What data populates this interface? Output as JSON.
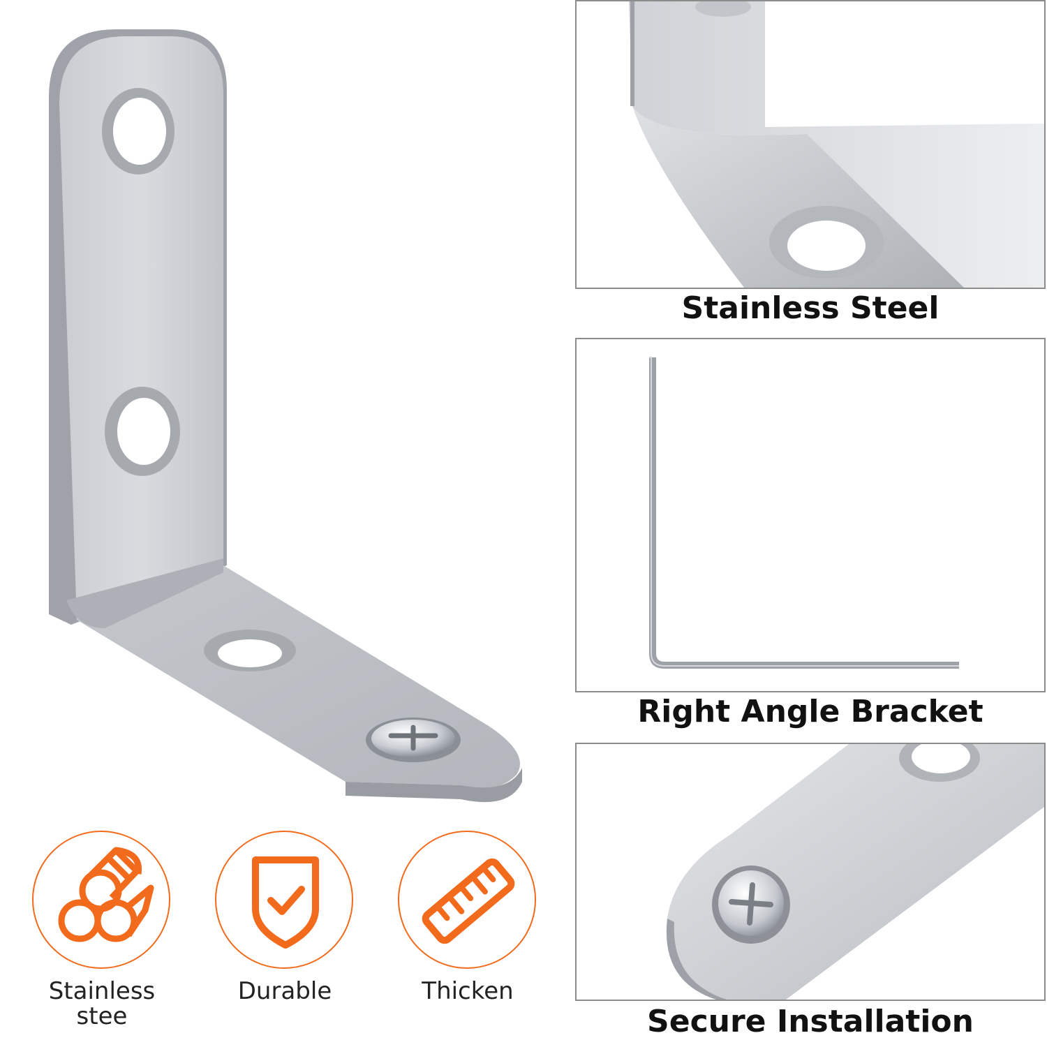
{
  "captions": {
    "panel_1": "Stainless Steel",
    "panel_2": "Right Angle Bracket",
    "panel_3": "Secure Installation"
  },
  "features": [
    {
      "label_line1": "Stainless",
      "label_line2": "stee",
      "icon": "steel-bars-icon"
    },
    {
      "label_line1": "Durable",
      "label_line2": "",
      "icon": "shield-check-icon"
    },
    {
      "label_line1": "Thicken",
      "label_line2": "",
      "icon": "ruler-icon"
    }
  ],
  "colors": {
    "accent": "#f26a1b",
    "steel_light": "#e6e7ea",
    "steel_mid": "#b8bbc0",
    "steel_dark": "#8e9197",
    "panel_border": "#8c8c8c"
  }
}
